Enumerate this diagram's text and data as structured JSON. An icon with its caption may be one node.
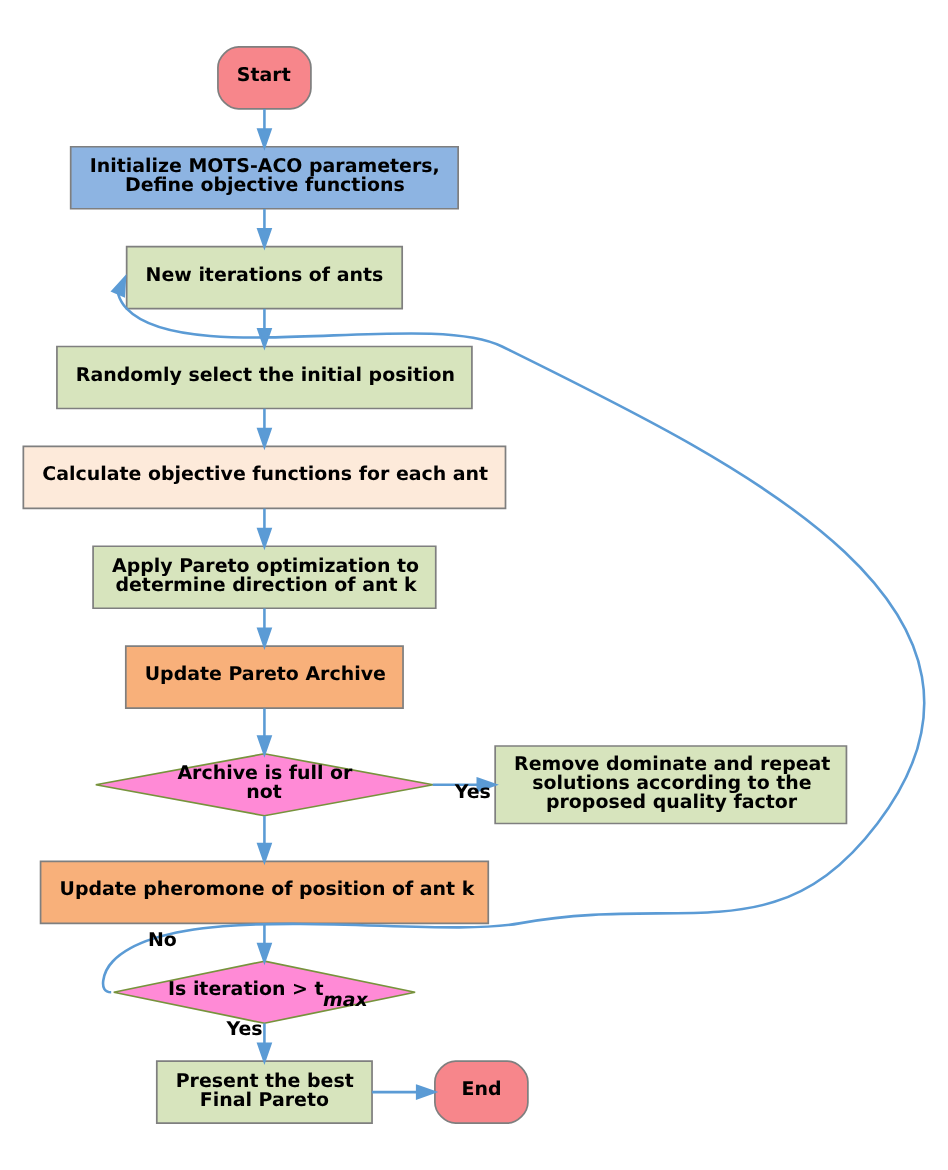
{
  "diagram": {
    "nodes": [
      {
        "text": [
          "Start"
        ]
      },
      {
        "text": [
          "Initialize MOTS-ACO parameters, Define objective functions"
        ]
      },
      {
        "text": [
          "New iterations of ants"
        ]
      },
      {
        "text": [
          "Randomly select the initial position"
        ]
      },
      {
        "text": [
          "Calculate objective functions for each ant"
        ]
      },
      {
        "text": [
          "Apply Pareto optimization to determine direction of ant k"
        ]
      },
      {
        "text": [
          "Update Pareto Archive"
        ]
      },
      {
        "text": [
          "Archive is full or not"
        ]
      },
      {
        "text": [
          "Remove dominate and repeat solutions according to the proposed quality factor"
        ]
      },
      {
        "text": [
          "Update pheromone of position of ant k"
        ]
      },
      {
        "text": [
          "Is iteration > t$_{max}$"
        ]
      },
      {
        "text": [
          "Present the best Final Pareto"
        ]
      },
      {
        "text": [
          "End"
        ]
      }
    ],
    "edges": [
      {
        "from": 0,
        "to": 1,
        "arrow": "to"
      },
      {
        "from": 1,
        "to": 2,
        "arrow": "to"
      },
      {
        "from": 2,
        "to": 3,
        "arrow": "to"
      },
      {
        "from": 3,
        "to": 4,
        "arrow": "to"
      },
      {
        "from": 4,
        "to": 5,
        "arrow": "to"
      },
      {
        "from": 5,
        "to": 6,
        "arrow": "to"
      },
      {
        "from": 6,
        "to": 7,
        "arrow": "to"
      },
      {
        "from": 7,
        "to": 8,
        "arrow": "to",
        "label": "Yes"
      },
      {
        "from": 7,
        "to": 9,
        "arrow": "to"
      },
      {
        "from": 9,
        "to": 10,
        "arrow": "to"
      },
      {
        "from": 10,
        "to": 2,
        "arrow": "to",
        "label": "No"
      },
      {
        "from": 10,
        "to": 11,
        "arrow": "to",
        "label": "Yes"
      },
      {
        "from": 11,
        "to": 12,
        "arrow": "to"
      }
    ]
  }
}
